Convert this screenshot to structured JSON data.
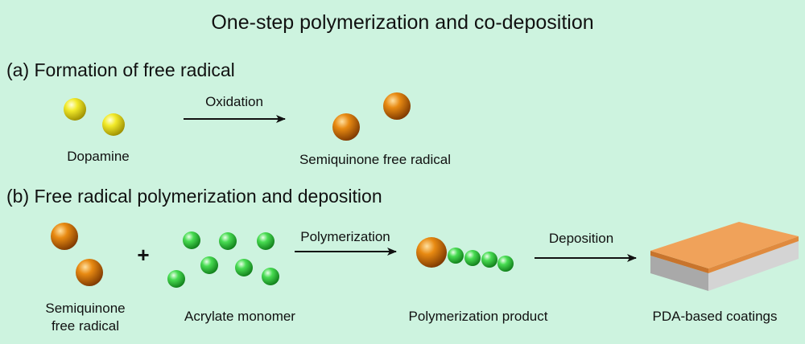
{
  "title": "One-step polymerization and co-deposition",
  "section_a": {
    "heading": "(a) Formation of free radical",
    "arrow_label": "Oxidation",
    "reactant_label": "Dopamine",
    "product_label": "Semiquinone free radical"
  },
  "section_b": {
    "heading": "(b) Free radical polymerization and deposition",
    "radical_label_line1": "Semiquinone",
    "radical_label_line2": "free radical",
    "plus": "+",
    "monomer_label": "Acrylate monomer",
    "arrow1_label": "Polymerization",
    "product_label": "Polymerization product",
    "arrow2_label": "Deposition",
    "coating_label": "PDA-based coatings"
  },
  "colors": {
    "background": "#cdf3df",
    "dopamine": "#e8e020",
    "radical": "#e07a10",
    "monomer": "#3fd34a",
    "coating_top": "#f0a25a",
    "coating_base": "#c0c0c0"
  }
}
